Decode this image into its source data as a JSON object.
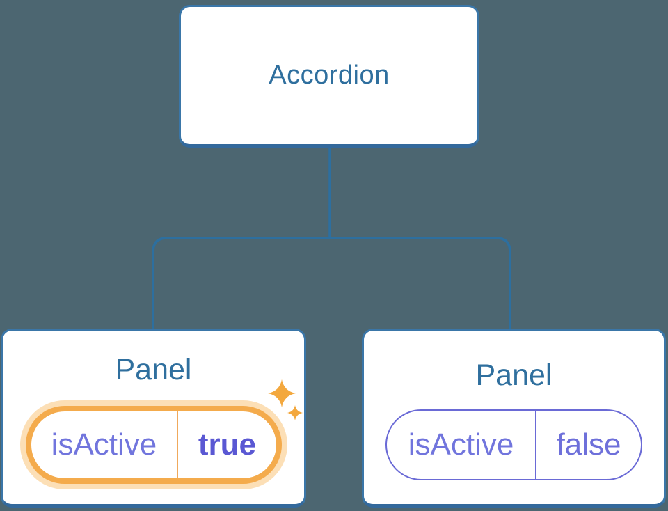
{
  "diagram": {
    "description": "Component tree: Accordion parent with two Panel children holding isActive state",
    "root": {
      "label": "Accordion"
    },
    "panels": [
      {
        "title": "Panel",
        "state": {
          "name": "isActive",
          "value": "true"
        },
        "active": true,
        "highlight": "orange glow with sparkles indicating state just set to true"
      },
      {
        "title": "Panel",
        "state": {
          "name": "isActive",
          "value": "false"
        },
        "active": false
      }
    ]
  },
  "icons": {
    "sparkles_icon": "✦✦"
  },
  "colors": {
    "background": "#4c6671",
    "node_fill": "#ffffff",
    "node_border": "#3a76a8",
    "node_border_bottom": "#33699c",
    "node_text": "#2f6f9e",
    "connector_line": "#2d6f9f",
    "active_accent": "#f4ab4c",
    "active_glow": "#fcdfb6",
    "sparkle": "#f3a83e",
    "state_text_purple": "#7175dd",
    "state_value_active": "#5a58d3",
    "inactive_border": "#6a6ad6"
  }
}
